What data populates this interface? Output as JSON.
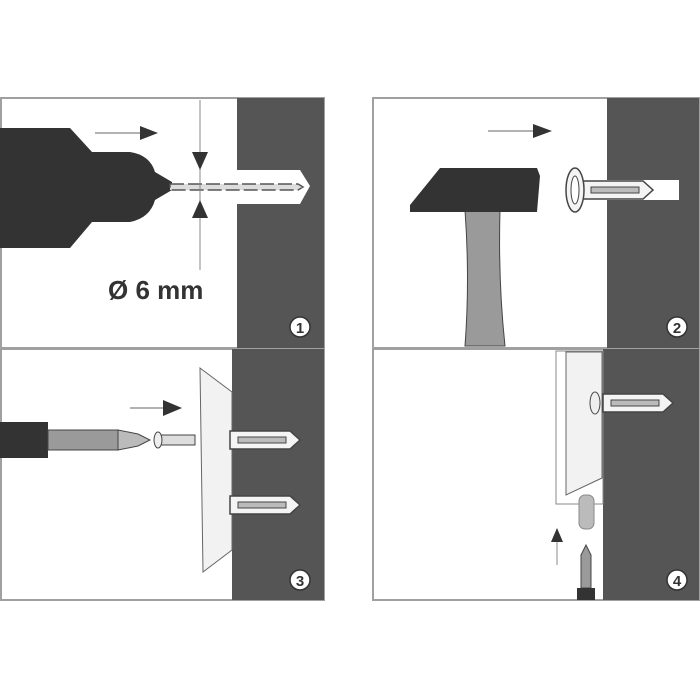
{
  "steps": [
    {
      "number": "1",
      "label": "Ø 6 mm"
    },
    {
      "number": "2"
    },
    {
      "number": "3"
    },
    {
      "number": "4"
    }
  ],
  "colors": {
    "wall": "#555555",
    "tool": "#333333",
    "handle": "#9a9a9a",
    "frame": "#a0a0a0"
  }
}
